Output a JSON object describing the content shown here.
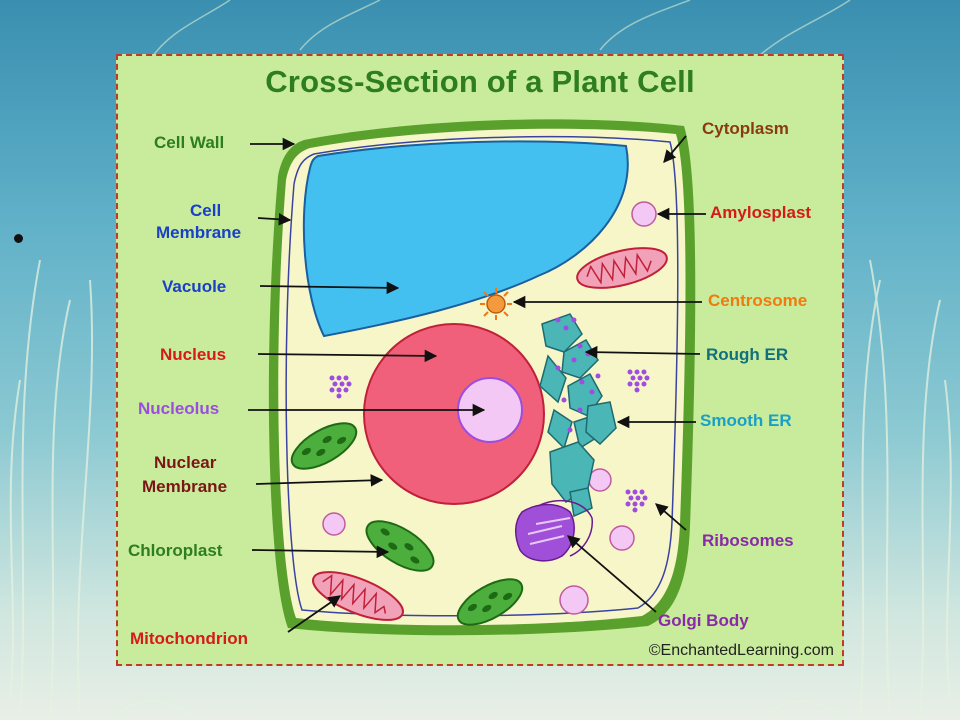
{
  "title": "Cross-Section of a Plant Cell",
  "credit": "©EnchantedLearning.com",
  "labels": {
    "cell_wall": "Cell Wall",
    "cell_membrane_1": "Cell",
    "cell_membrane_2": "Membrane",
    "vacuole": "Vacuole",
    "nucleus": "Nucleus",
    "nucleolus": "Nucleolus",
    "nuclear_membrane_1": "Nuclear",
    "nuclear_membrane_2": "Membrane",
    "chloroplast": "Chloroplast",
    "mitochondrion": "Mitochondrion",
    "cytoplasm": "Cytoplasm",
    "amylosplast": "Amylosplast",
    "centrosome": "Centrosome",
    "rough_er": "Rough ER",
    "smooth_er": "Smooth ER",
    "ribosomes": "Ribosomes",
    "golgi_body": "Golgi Body"
  },
  "colors": {
    "panel": "#c8ec9c",
    "cell_wall": "#5aa02c",
    "cytoplasm": "#f6f6c8",
    "vacuole": "#44c0f0",
    "nucleus": "#f0607a",
    "nucleolus": "#f4c8f4",
    "chloroplast": "#4cae3c",
    "ribosome": "#a04ce0",
    "golgi": "#a050d8",
    "er": "#4ab6b6"
  }
}
